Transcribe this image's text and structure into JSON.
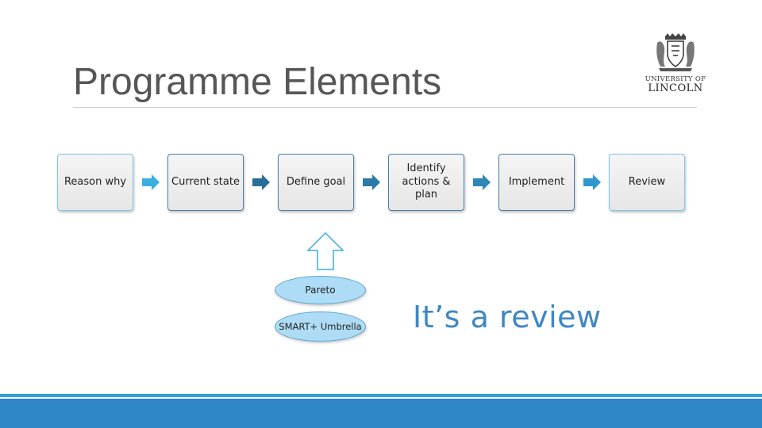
{
  "slide": {
    "title": "Programme Elements",
    "logo": {
      "line1": "UNIVERSITY OF",
      "line2": "LINCOLN"
    },
    "steps": [
      {
        "label": "Reason why"
      },
      {
        "label": "Current state"
      },
      {
        "label": "Define goal"
      },
      {
        "label": "Identify actions & plan"
      },
      {
        "label": "Implement"
      },
      {
        "label": "Review"
      }
    ],
    "tools": [
      {
        "label": "Pareto"
      },
      {
        "label": "SMART+ Umbrella"
      }
    ],
    "note": "It’s a review"
  },
  "colors": {
    "title": "#565656",
    "accent": "#3f87c4",
    "chevron_light": "#3aaedf",
    "chevron_dark": "#2a6f99",
    "ellipse_fill": "#aedcf6",
    "footer": "#2f86c6"
  }
}
